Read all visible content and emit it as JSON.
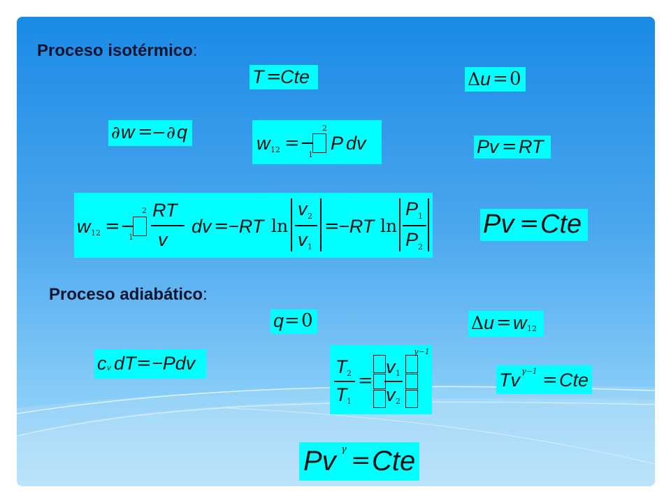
{
  "headings": {
    "isothermal": "Proceso isotérmico",
    "adiabatic": "Proceso adiabático",
    "colon": ":"
  },
  "equations": {
    "t_cte": "T = Cte",
    "du_zero": "Δu = 0",
    "dw_dq": "∂w = −∂q",
    "w12_int": "w12 = −∫₁² P dv",
    "pv_rt": "Pv = RT",
    "w12_full": "w12 = −∫₁² (RT/v) dv = −RT ln|v2/v1| = −RT ln|P1/P2|",
    "pv_cte": "Pv = Cte",
    "q_zero": "q = 0",
    "du_w12": "Δu = w12",
    "cv_dt": "cvdT = −Pdv",
    "t_ratio": "T2/T1 = (v1/v2)^(γ−1)",
    "tv_cte": "Tv^(γ−1) = Cte",
    "pv_gamma": "Pv^γ = Cte"
  },
  "colors": {
    "equation_bg": "#00ffff",
    "heading_text": "#0b1430",
    "slide_top": "#1a8ae6",
    "slide_bottom": "#a8dcfb"
  },
  "symbols": {
    "T": "T",
    "eq": "=",
    "Cte": "Cte",
    "Delta": "Δ",
    "u": "u",
    "zero": "0",
    "partial": "∂",
    "w": "w",
    "minus_partial": "−∂",
    "q": "q",
    "sub12": "12",
    "minus": "−",
    "P": "P",
    "dv": "dv",
    "Pv": "Pv",
    "RT": "RT",
    "v": "v",
    "minusRT": "−RT",
    "ln": "ln",
    "sub1": "1",
    "sub2": "2",
    "two": "2",
    "one": "1",
    "c": "c",
    "subv": "v",
    "dT": "dT",
    "minusPdv": "−Pdv",
    "gamma": "γ",
    "gamma_m1": "γ−1",
    "Tv": "Tv"
  }
}
